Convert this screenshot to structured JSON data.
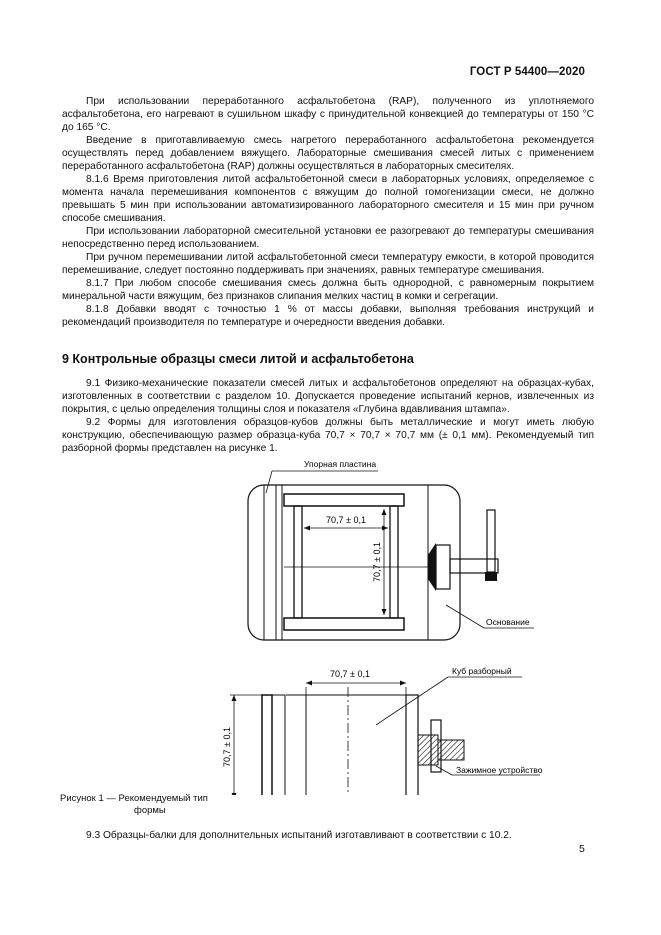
{
  "header": {
    "standard": "ГОСТ Р 54400—2020"
  },
  "paragraphs_top": [
    "При использовании переработанного асфальтобетона (RAP), полученного из уплотняемого асфальтобетона, его нагревают в сушильном шкафу с принудительной конвекцией до температуры от 150 °С до 165 °С.",
    "Введение в приготавливаемую смесь нагретого переработанного асфальтобетона рекомендуется осуществлять перед добавлением вяжущего. Лабораторные смешивания смесей литых с применением переработанного асфальтобетона (RAP) должны осуществляться в лабораторных смесителях.",
    "8.1.6 Время приготовления литой асфальтобетонной смеси в лабораторных условиях, определяемое с момента начала перемешивания компонентов с вяжущим до полной гомогенизации смеси, не должно превышать 5 мин при использовании автоматизированного лабораторного смесителя и 15 мин при ручном способе смешивания.",
    "При использовании лабораторной смесительной установки ее разогревают до температуры смешивания непосредственно перед использованием.",
    "При ручном перемешивании литой асфальтобетонной смеси температуру емкости, в которой проводится перемешивание, следует постоянно поддерживать при значениях, равных температуре смешивания.",
    "8.1.7 При любом способе смешивания смесь должна быть однородной, с равномерным покрытием минеральной части вяжущим, без признаков слипания мелких частиц в комки и сегрегации.",
    "8.1.8 Добавки вводят с точностью 1 % от массы добавки, выполняя требования инструкций и рекомендаций производителя по температуре и очередности введения добавки."
  ],
  "section": {
    "title": "9 Контрольные образцы смеси литой и асфальтобетона"
  },
  "paragraphs_sec9": [
    "9.1 Физико-механические показатели смесей литых и асфальтобетонов определяют на образцах-кубах, изготовленных в соответствии с разделом 10. Допускается проведение испытаний кернов, извлеченных из покрытия, с целью определения толщины слоя и показателя «Глубина вдавливания штампа».",
    "9.2 Формы для изготовления образцов-кубов должны быть металлические и могут иметь любую конструкцию, обеспечивающую размер образца-куба 70,7 × 70,7 × 70,7 мм (± 0,1 мм). Рекомендуемый тип разборной формы представлен на рисунке 1."
  ],
  "figure": {
    "labels": {
      "plate": "Упорная пластина",
      "base": "Основание",
      "cube": "Куб разборный",
      "clamp": "Зажимное устройство"
    },
    "dimension": "70,7 ± 0,1",
    "caption_line1": "Рисунок 1 — Рекомендуемый тип",
    "caption_line2": "формы"
  },
  "paragraph_last": "9.3 Образцы-балки для дополнительных испытаний изготавливают в соответствии с 10.2.",
  "page_number": "5"
}
